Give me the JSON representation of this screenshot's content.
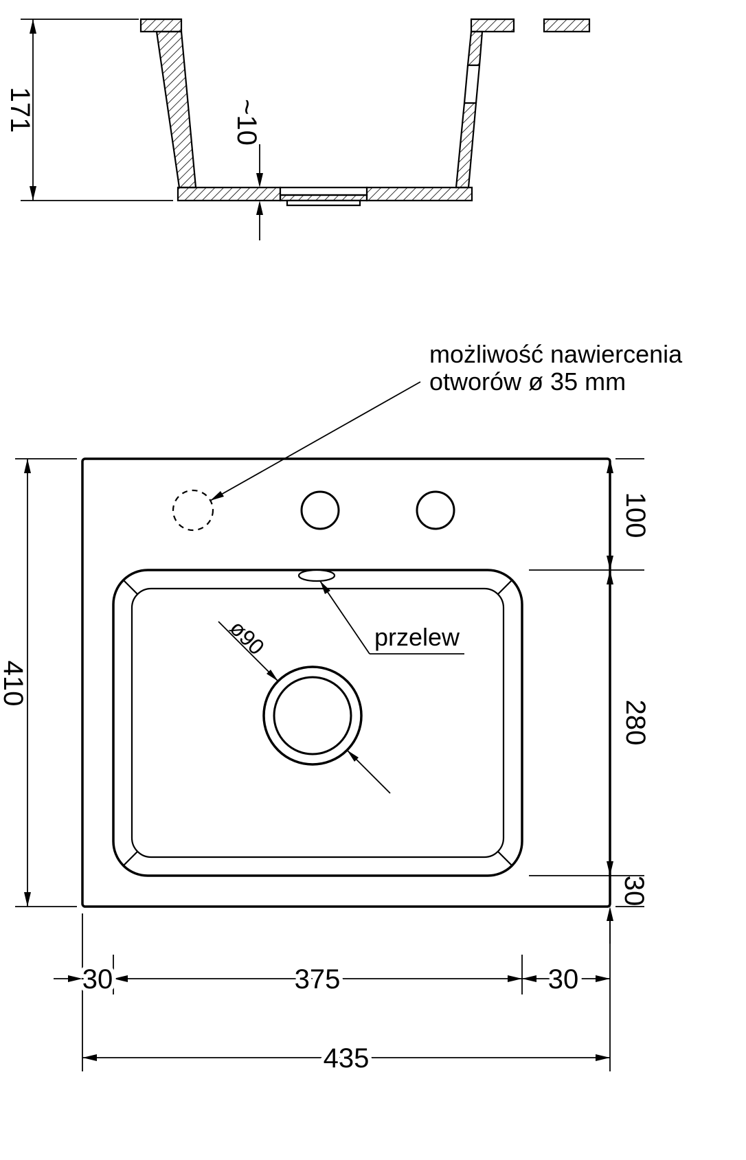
{
  "colors": {
    "line": "#000000",
    "background": "#ffffff"
  },
  "annotation_drill": {
    "line1": "możliwość nawiercenia",
    "line2": "otworów ø 35 mm"
  },
  "labels": {
    "overflow": "przelew",
    "drain_diameter": "ø90"
  },
  "section": {
    "depth": "171",
    "bottom_thickness": "~10"
  },
  "plan": {
    "hole_offset_top": "100",
    "basin_length": "280",
    "bottom_margin": "30",
    "total_length": "410",
    "left_margin": "30",
    "basin_width": "375",
    "right_margin": "30",
    "total_width": "435"
  }
}
